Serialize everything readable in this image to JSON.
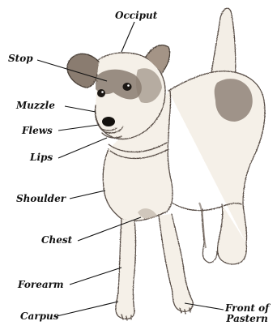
{
  "diagram": {
    "labels": {
      "occiput": "Occiput",
      "stop": "Stop",
      "muzzle": "Muzzle",
      "flews": "Flews",
      "lips": "Lips",
      "shoulder": "Shoulder",
      "chest": "Chest",
      "forearm": "Forearm",
      "carpus": "Carpus",
      "front_of_pastern_line1": "Front of",
      "front_of_pastern_line2": "Pastern"
    }
  }
}
